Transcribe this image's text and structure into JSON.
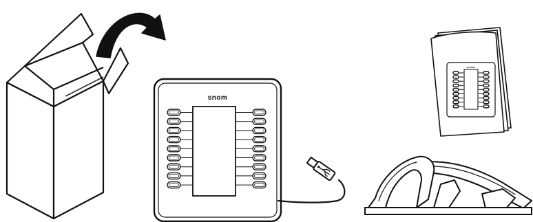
{
  "device": {
    "brand_label": "snom"
  },
  "manual": {
    "brand_label": "snom"
  },
  "items": [
    {
      "name": "shipping-box",
      "icon": "open-box-icon"
    },
    {
      "name": "arrow",
      "icon": "curved-arrow-icon"
    },
    {
      "name": "expansion-module",
      "icon": "key-expansion-module-icon"
    },
    {
      "name": "usb-cable",
      "icon": "usb-cable-icon"
    },
    {
      "name": "stand",
      "icon": "stand-icon"
    },
    {
      "name": "quick-guide",
      "icon": "booklet-icon"
    }
  ],
  "colors": {
    "stroke": "#111111",
    "fill": "#ffffff",
    "screen": "#ffffff"
  }
}
